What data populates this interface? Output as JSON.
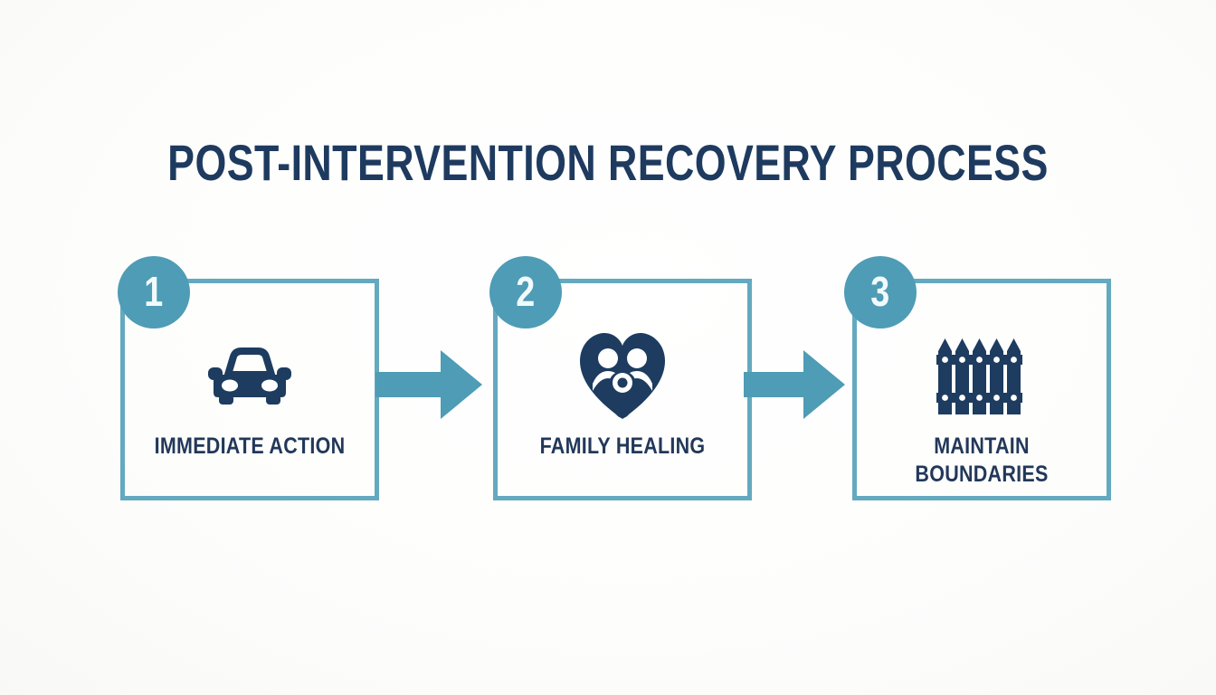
{
  "title": "POST-INTERVENTION RECOVERY PROCESS",
  "colors": {
    "background": "#fbfbfa",
    "teal": "#4e9cb5",
    "teal_border": "#63a9c0",
    "navy": "#1e3a5f",
    "label_navy": "#22385a",
    "badge_text": "#f2fafd"
  },
  "steps": [
    {
      "number": "1",
      "label": "IMMEDIATE ACTION",
      "icon": "car-icon"
    },
    {
      "number": "2",
      "label": "FAMILY HEALING",
      "icon": "family-heart-icon"
    },
    {
      "number": "3",
      "label": "MAINTAIN\nBOUNDARIES",
      "icon": "fence-icon"
    }
  ],
  "connectors": [
    {
      "name": "arrow-step-1-to-2",
      "direction": "right"
    },
    {
      "name": "arrow-step-2-to-3",
      "direction": "right"
    }
  ]
}
